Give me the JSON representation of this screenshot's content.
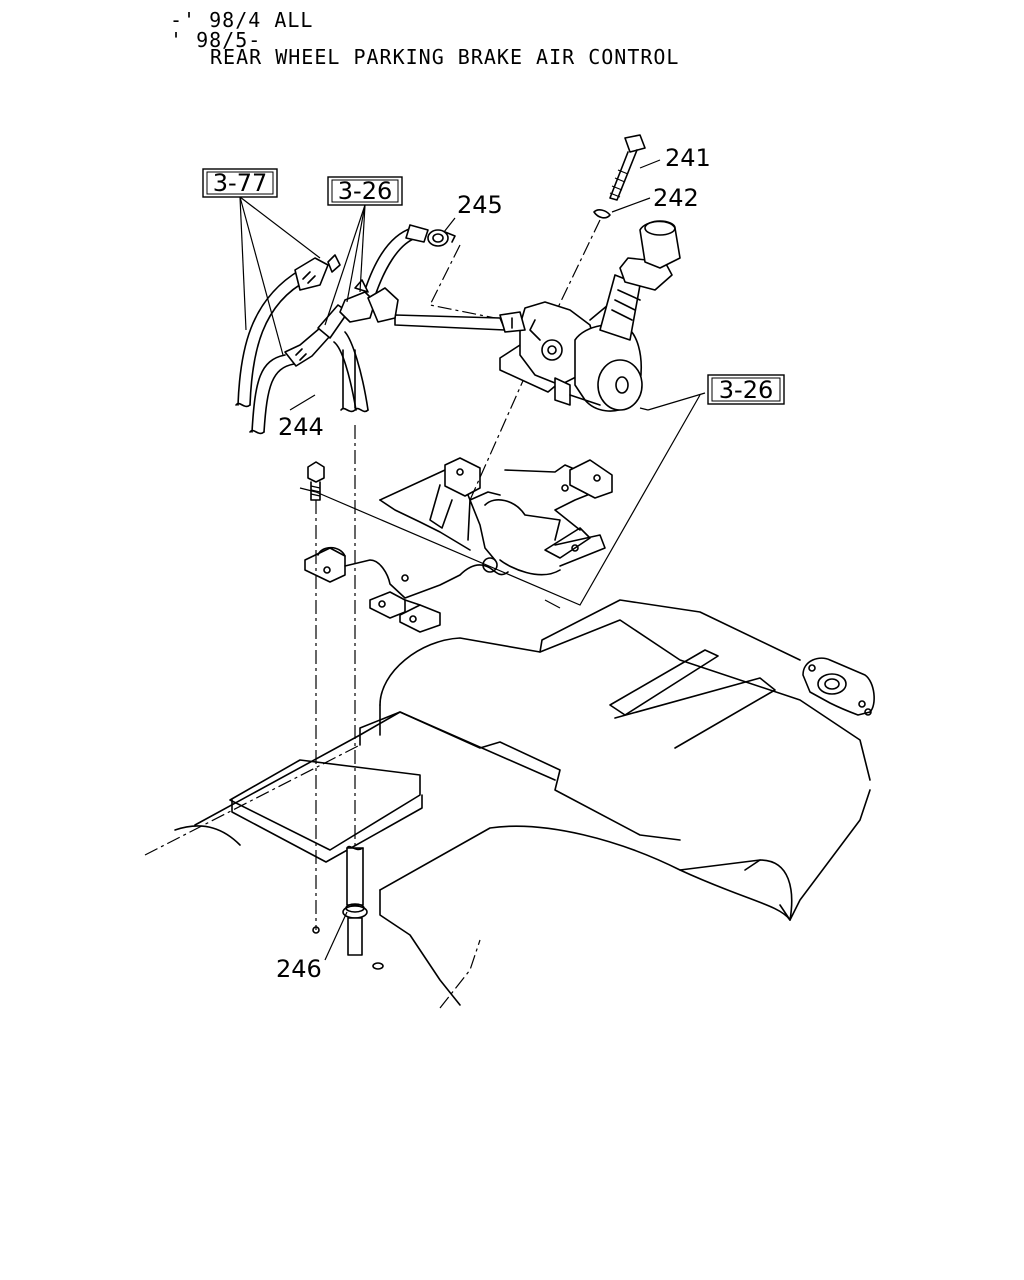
{
  "header": {
    "line1": "-' 98/4 ALL",
    "line2": "' 98/5-",
    "title": "REAR WHEEL PARKING BRAKE AIR CONTROL"
  },
  "refs": {
    "r377": "3-77",
    "r326a": "3-26",
    "r326b": "3-26"
  },
  "parts": {
    "p241": "241",
    "p242": "242",
    "p244": "244",
    "p245": "245",
    "p246": "246"
  }
}
